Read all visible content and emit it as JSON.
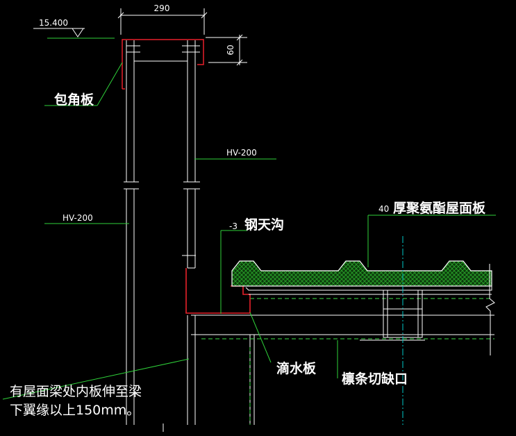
{
  "colors": {
    "background": "#000000",
    "steel": "#ffffff",
    "flashing": "#e8202a",
    "leader": "#2fd23a",
    "panel_fill": "#1f7a1f",
    "panel_edge": "#ffffff",
    "centerline": "#00c8c8",
    "dashed": "#3ee04a"
  },
  "dimensions": {
    "top_width": "290",
    "flashing_height": "60",
    "elevation": "15.400"
  },
  "labels": {
    "corner_plate": "包角板",
    "column_left": "HV-200",
    "column_right": "HV-200",
    "gutter_prefix": "-3",
    "gutter": "钢天沟",
    "roof_panel_prefix": "40",
    "roof_panel": "厚聚氨酯屋面板",
    "drip_plate": "滴水板",
    "purlin_notch": "檩条切缺口"
  },
  "note": {
    "line1": "有屋面梁处内板伸至梁",
    "line2": "下翼缘以上150mm。"
  }
}
